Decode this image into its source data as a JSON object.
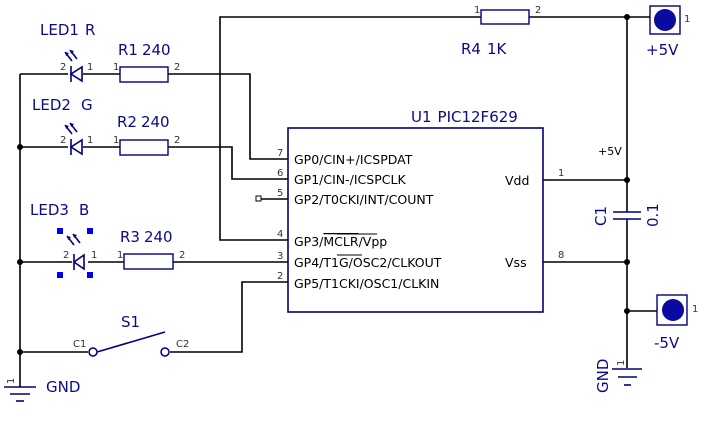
{
  "components": {
    "led1": {
      "ref": "LED1",
      "value": "R",
      "pin_left": "2",
      "pin_right": "1"
    },
    "led2": {
      "ref": "LED2",
      "value": "G",
      "pin_left": "2",
      "pin_right": "1"
    },
    "led3": {
      "ref": "LED3",
      "value": "B",
      "pin_left": "2",
      "pin_right": "1",
      "selected": true
    },
    "r1": {
      "ref": "R1",
      "value": "240",
      "pin_left": "1",
      "pin_right": "2"
    },
    "r2": {
      "ref": "R2",
      "value": "240",
      "pin_left": "1",
      "pin_right": "2"
    },
    "r3": {
      "ref": "R3",
      "value": "240",
      "pin_left": "1",
      "pin_right": "2"
    },
    "r4": {
      "ref": "R4",
      "value": "1K",
      "pin_left": "1",
      "pin_right": "2"
    },
    "s1": {
      "ref": "S1",
      "pin_left": "C1",
      "pin_right": "C2"
    },
    "c1": {
      "ref": "C1",
      "value": "0.1"
    },
    "u1": {
      "ref": "U1",
      "part": "PIC12F629",
      "left_pins": [
        {
          "num": "7",
          "name_pre": "GP0/CIN+/ICSPDAT",
          "over": "",
          "name_post": ""
        },
        {
          "num": "6",
          "name_pre": "GP1/CIN-/ICSPCLK",
          "over": "",
          "name_post": ""
        },
        {
          "num": "5",
          "name_pre": "GP2/T0CKI/INT/COUNT",
          "over": "",
          "name_post": ""
        },
        {
          "num": "4",
          "name_pre": "GP3/",
          "over": "MCLR",
          "name_post": "/Vpp"
        },
        {
          "num": "3",
          "name_pre": "GP4/",
          "over": "T1G",
          "name_post": "/OSC2/CLKOUT"
        },
        {
          "num": "2",
          "name_pre": "GP5/T1CKI/OSC1/CLKIN",
          "over": "",
          "name_post": ""
        }
      ],
      "right_pins": [
        {
          "num": "1",
          "name": "Vdd"
        },
        {
          "num": "8",
          "name": "Vss"
        }
      ]
    },
    "conn_pos": {
      "label": "+5V",
      "pin": "1"
    },
    "conn_neg": {
      "label": "-5V",
      "pin": "1"
    },
    "gnd_left": {
      "label": "GND",
      "pin": "1"
    },
    "gnd_right": {
      "label": "GND",
      "pin": "1"
    },
    "net_vdd": {
      "label": "+5V"
    }
  }
}
